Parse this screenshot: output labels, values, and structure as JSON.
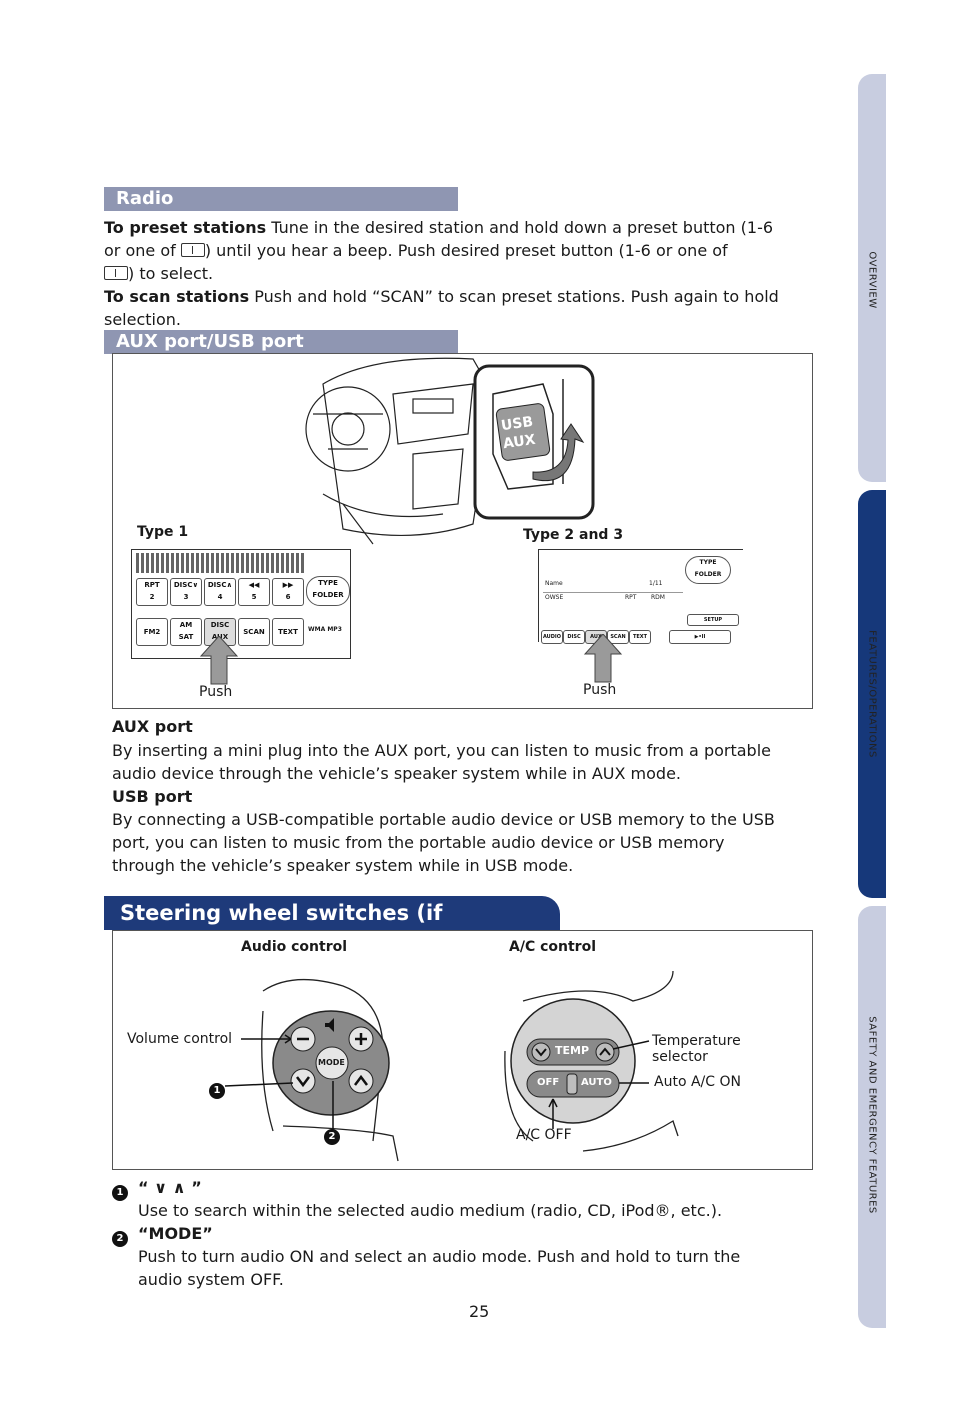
{
  "side_tabs": [
    "OVERVIEW",
    "FEATURES/OPERATIONS",
    "SAFETY AND EMERGENCY FEATURES"
  ],
  "radio": {
    "heading": "Radio",
    "preset_label": "To preset stations",
    "preset_text_1": "Tune in the desired station and hold down a preset button (1-6",
    "preset_text_2a": "or one of",
    "preset_text_2b": ") until you hear a beep. Push desired preset button (1-6 or one of",
    "preset_text_3": ") to select.",
    "scan_label": "To scan stations",
    "scan_text_1": "Push and hold “SCAN” to scan preset stations. Push again to hold",
    "scan_text_2": "selection."
  },
  "aux": {
    "heading": "AUX port/USB port",
    "figure": {
      "usb_label_1": "USB",
      "usb_label_2": "AUX",
      "type1_label": "Type 1",
      "type23_label": "Type 2 and 3",
      "push_left": "Push",
      "push_right": "Push",
      "type1_buttons": {
        "rpt": "RPT",
        "rpt_n": "2",
        "disc_down": "DISC∨",
        "disc_down_n": "3",
        "disc_up": "DISC∧",
        "disc_up_n": "4",
        "rew": "◀◀",
        "rew_n": "5",
        "ff": "▶▶",
        "ff_n": "6",
        "type_folder_1": "TYPE",
        "type_folder_2": "FOLDER",
        "fm2": "FM2",
        "am": "AM",
        "sat": "SAT",
        "disc_aux_1": "DISC",
        "disc_aux_2": "AUX",
        "scan": "SCAN",
        "text": "TEXT",
        "wma": "WMA MP3"
      },
      "type23_buttons": {
        "audio": "AUDIO",
        "disc": "DISC",
        "aux": "AUX",
        "scan": "SCAN",
        "text": "TEXT",
        "setup": "SETUP",
        "play": "▶•II",
        "type_folder_1": "TYPE",
        "type_folder_2": "FOLDER",
        "rpt": "RPT",
        "rdm": "RDM",
        "track": "1/11",
        "name": "Name",
        "browse": "OWSE"
      }
    },
    "aux_title": "AUX port",
    "aux_text_1": "By inserting a mini plug into the AUX port, you can listen to music from a portable",
    "aux_text_2": "audio device through the vehicle’s speaker system while in AUX mode.",
    "usb_title": "USB port",
    "usb_text_1": "By connecting a USB-compatible portable audio device or USB memory to the USB",
    "usb_text_2": "port, you can listen to music from the portable audio device or USB memory",
    "usb_text_3": "through the vehicle’s speaker system while in USB mode."
  },
  "steering": {
    "heading": "Steering wheel switches (if equipped)",
    "audio_control": "Audio control",
    "ac_control": "A/C control",
    "volume_control": "Volume control",
    "temperature_1": "Temperature",
    "temperature_2": "selector",
    "auto_ac_on": "Auto A/C ON",
    "ac_off": "A/C OFF",
    "mode_button": "MODE",
    "temp_button": "TEMP",
    "off_button": "OFF",
    "auto_button": "AUTO",
    "callout_1": "1",
    "callout_2": "2",
    "item1_title": "“ ∨ ∧ ”",
    "item1_text": "Use to search within the selected audio medium (radio, CD, iPod®, etc.).",
    "item2_title": "“MODE”",
    "item2_text_1": "Push to turn audio ON and select an audio mode. Push and hold to turn the",
    "item2_text_2": "audio system OFF."
  },
  "page_number": "25"
}
